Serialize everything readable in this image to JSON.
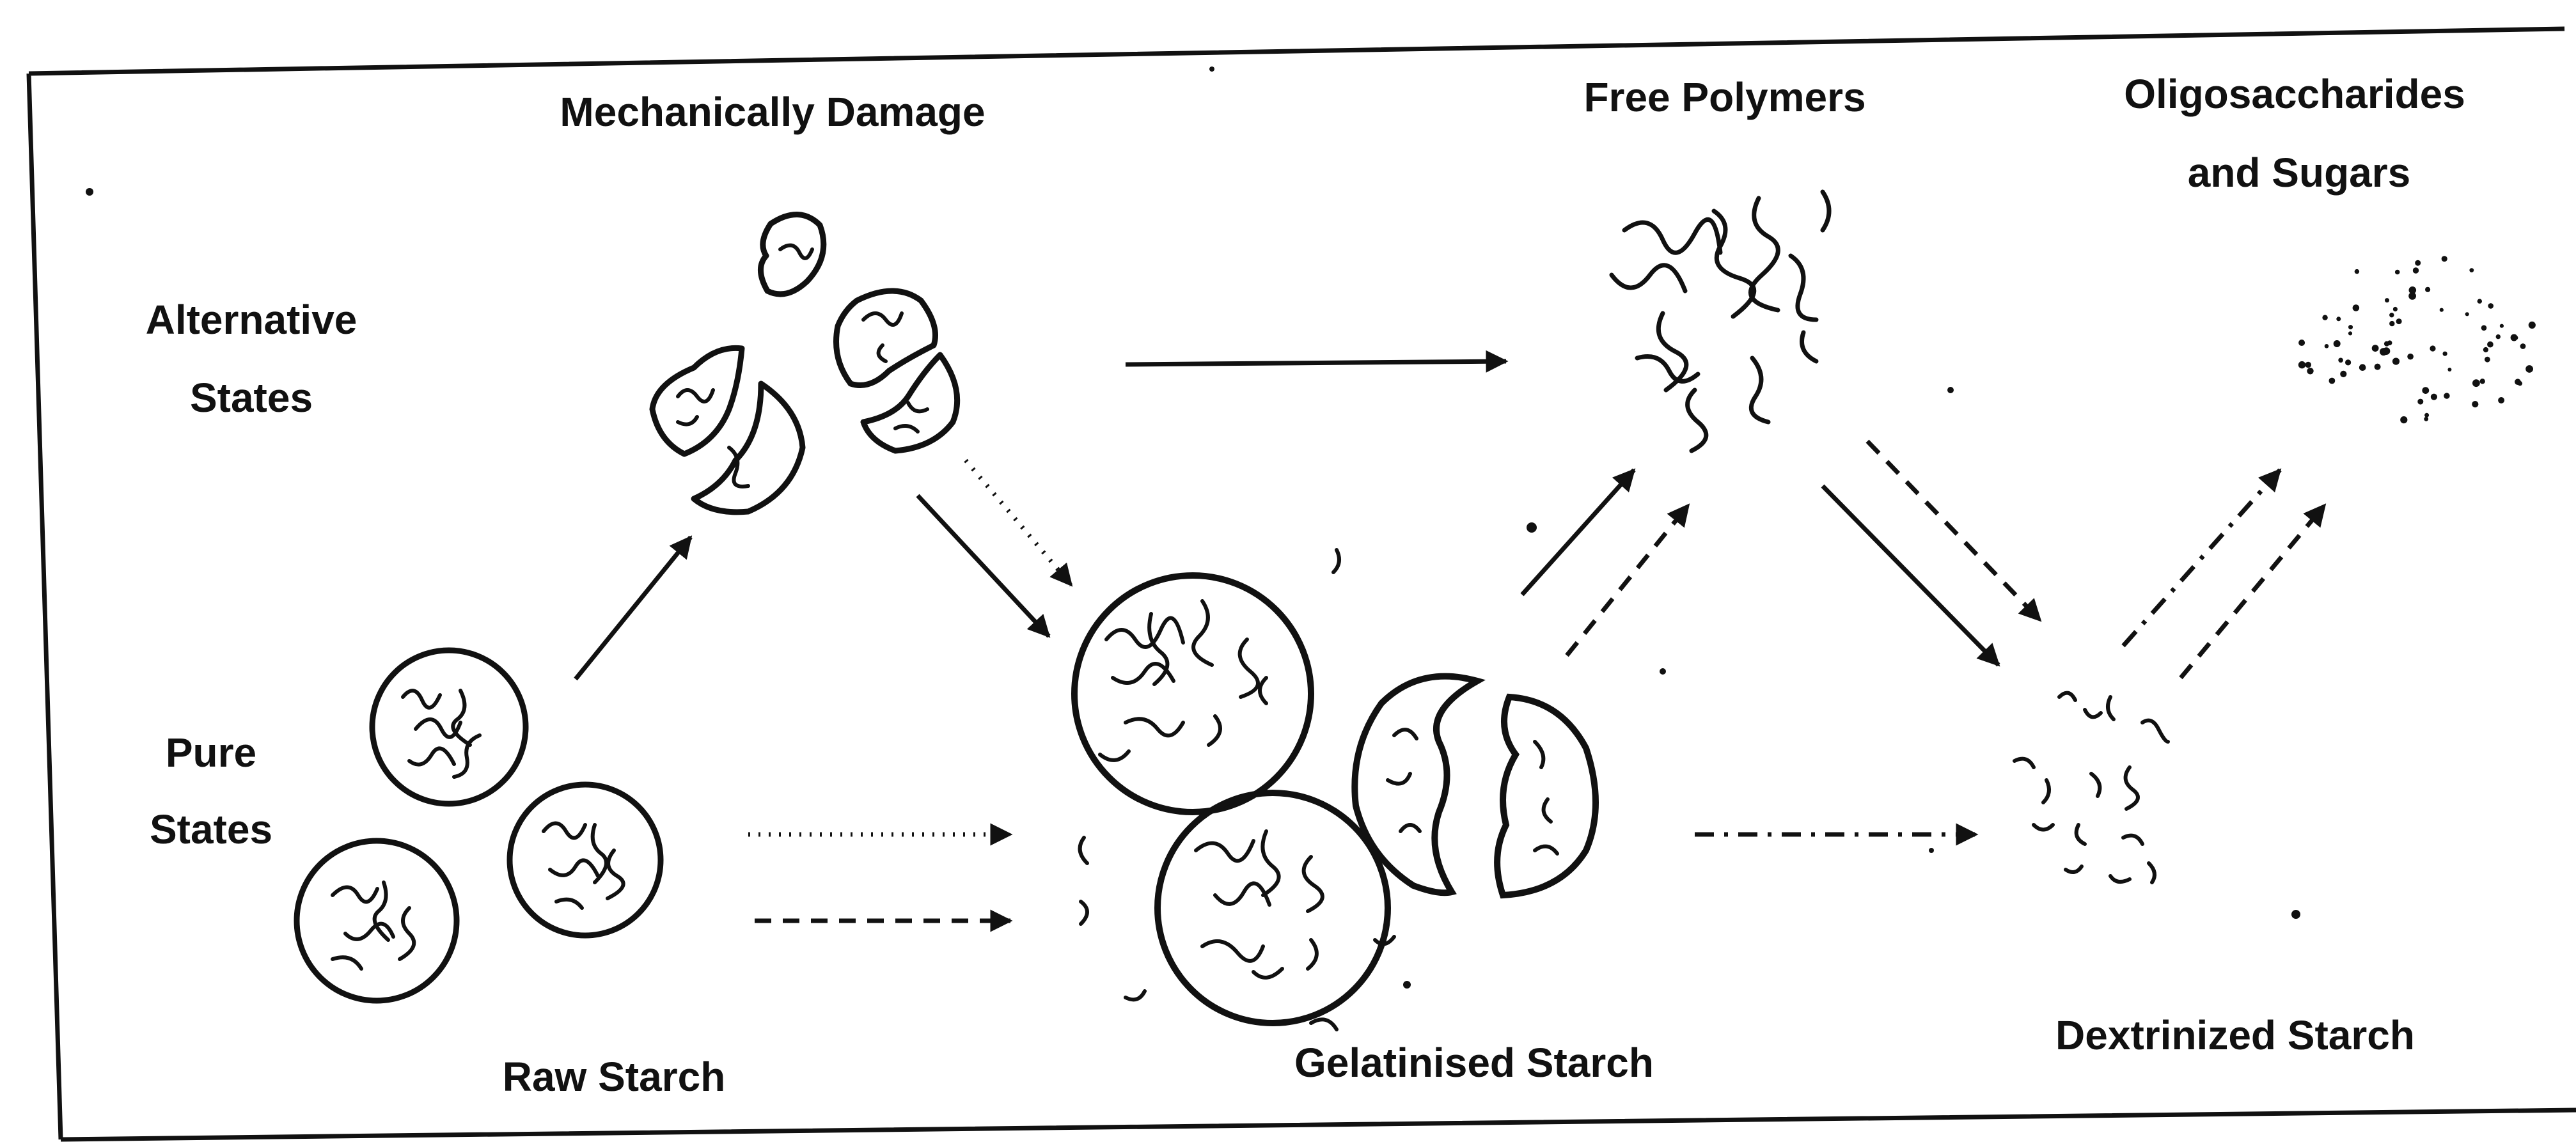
{
  "colors": {
    "ink": "#111111",
    "background": "#ffffff"
  },
  "labels": {
    "mechanically_damage": "Mechanically Damage",
    "free_polymers": "Free Polymers",
    "oligo_line1": "Oligosaccharides",
    "oligo_line2": "and Sugars",
    "alternative_line1": "Alternative",
    "alternative_line2": "States",
    "pure_line1": "Pure",
    "pure_line2": "States",
    "raw_starch": "Raw Starch",
    "gelatinised_starch": "Gelatinised Starch",
    "dextrinized_starch": "Dextrinized Starch"
  },
  "arrows": [
    {
      "from": "Raw Starch",
      "to": "Mechanically Damage",
      "style": "solid"
    },
    {
      "from": "Mechanically Damage",
      "to": "Free Polymers",
      "style": "solid"
    },
    {
      "from": "Mechanically Damage",
      "to": "Gelatinised Starch",
      "style": "solid"
    },
    {
      "from": "Mechanically Damage",
      "to": "Gelatinised Starch",
      "style": "dotted"
    },
    {
      "from": "Raw Starch",
      "to": "Gelatinised Starch",
      "style": "dotted"
    },
    {
      "from": "Raw Starch",
      "to": "Gelatinised Starch",
      "style": "dashed"
    },
    {
      "from": "Gelatinised Starch",
      "to": "Free Polymers",
      "style": "solid"
    },
    {
      "from": "Gelatinised Starch",
      "to": "Free Polymers",
      "style": "dashed"
    },
    {
      "from": "Gelatinised Starch",
      "to": "Dextrinized Starch",
      "style": "dash-dot"
    },
    {
      "from": "Free Polymers",
      "to": "Dextrinized Starch",
      "style": "solid"
    },
    {
      "from": "Free Polymers",
      "to": "Dextrinized Starch",
      "style": "dashed"
    },
    {
      "from": "Dextrinized Starch",
      "to": "Oligosaccharides and Sugars",
      "style": "dash-dot"
    },
    {
      "from": "Dextrinized Starch",
      "to": "Oligosaccharides and Sugars",
      "style": "dashed"
    }
  ]
}
